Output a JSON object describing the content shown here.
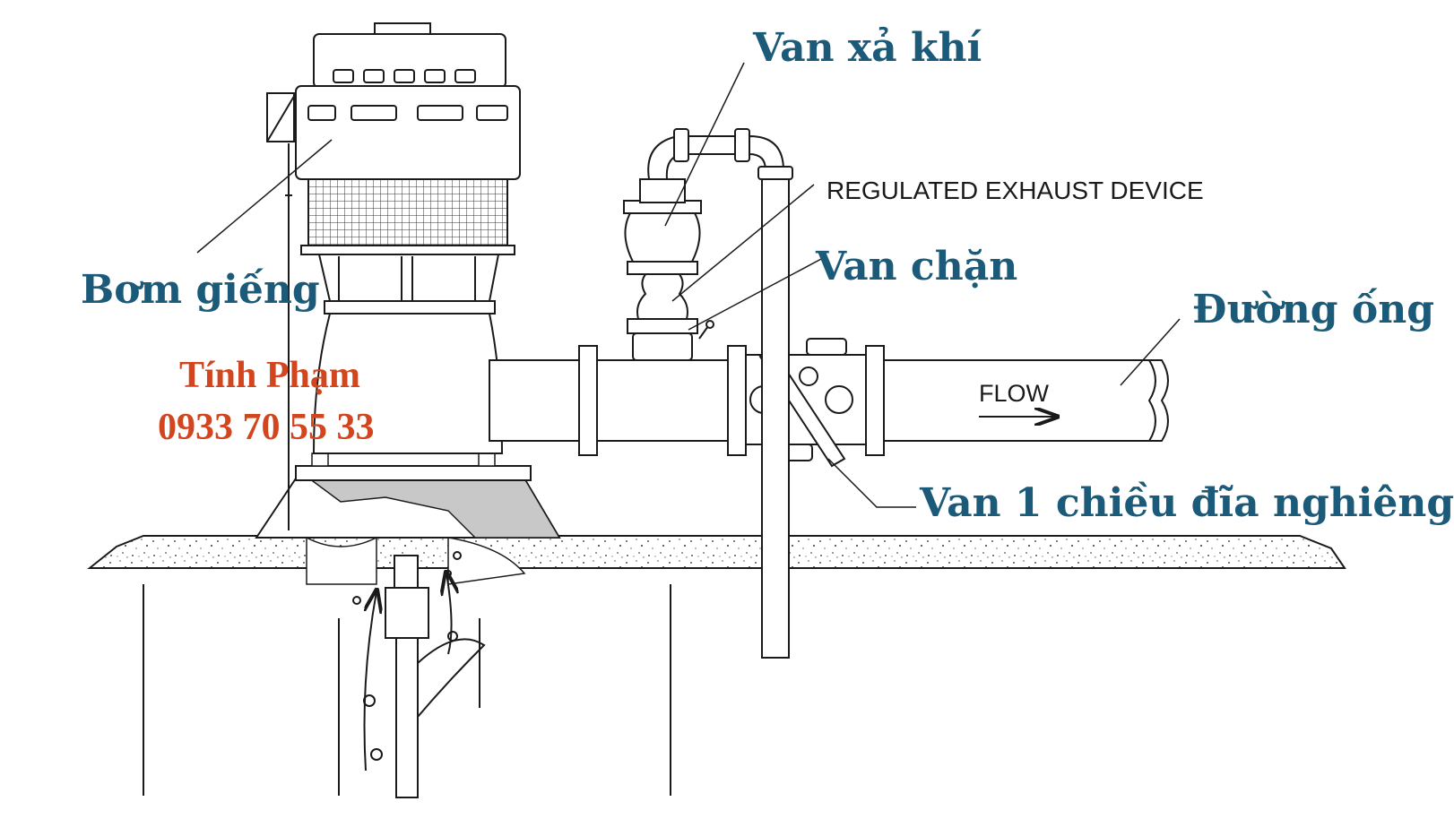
{
  "labels": {
    "well_pump": "Bơm giếng",
    "air_release_valve": "Van xả khí",
    "shutoff_valve": "Van chặn",
    "pipeline": "Đường ống",
    "tilting_disc_check_valve": "Van 1 chiều đĩa nghiêng",
    "regulated_exhaust_device": "REGULATED EXHAUST DEVICE",
    "flow": "FLOW"
  },
  "contact": {
    "name": "Tính Phạm",
    "phone": "0933 70 55 33"
  },
  "colors": {
    "label_blue": "#1b5a78",
    "contact_red": "#d2461f",
    "line": "#1a1a1a",
    "concrete_gray": "#cfcfcf"
  }
}
